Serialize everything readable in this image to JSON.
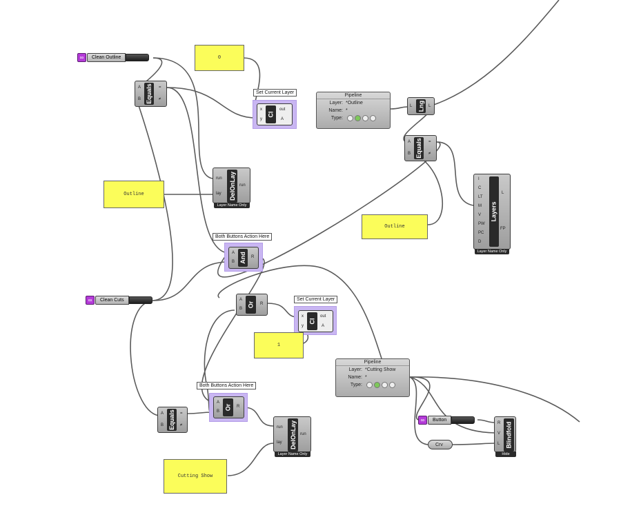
{
  "toggles": {
    "clean_outline": {
      "label": "Clean Outline",
      "icon": "link-icon"
    },
    "clean_cuts": {
      "label": "Clean Cuts",
      "icon": "link-icon"
    },
    "button": {
      "label": "Button",
      "icon": "link-icon"
    }
  },
  "panels": {
    "zero": "0",
    "one": "1",
    "outline_top": "Outline",
    "outline_right": "Outline",
    "cutting_show": "Cutting Show"
  },
  "components": {
    "equals": "Equals",
    "cl": "Cl",
    "del_on_lay": "DelOnLay",
    "and": "And",
    "or": "Or",
    "lng": "Lng",
    "layers": "Layers",
    "blindfold": "Blindfold",
    "crv": "Crv"
  },
  "pins": {
    "a": "A",
    "b": "B",
    "eq": "=",
    "neq": "≠",
    "r": "R",
    "x": "x",
    "y": "y",
    "out": "out",
    "cap_a": "A",
    "run": "run",
    "lay": "lay",
    "l": "L",
    "v": "V",
    "fp": "FP",
    "layers_in": [
      "I",
      "C",
      "LT",
      "M",
      "V",
      "PW",
      "PC",
      "D"
    ]
  },
  "tags": {
    "set_current_layer": "Set Current Layer",
    "both_buttons": "Both Buttons Action Here"
  },
  "footers": {
    "layer_name_only": "Layer Name Only",
    "hide": "Hide"
  },
  "pipelines": {
    "outline": {
      "title": "Pipeline",
      "layer_label": "Layer:",
      "layer": "*Outline",
      "name_label": "Name:",
      "name": "*",
      "type_label": "Type:"
    },
    "cutting": {
      "title": "Pipeline",
      "layer_label": "Layer:",
      "layer": "*Cutting Show",
      "name_label": "Name:",
      "name": "*",
      "type_label": "Type:"
    }
  },
  "colors": {
    "panel_yellow": "#fbfd5a",
    "highlight_purple": "#c9b6f2",
    "toggle_purple": "#b43bd8",
    "wire": "#5a5a5a"
  }
}
